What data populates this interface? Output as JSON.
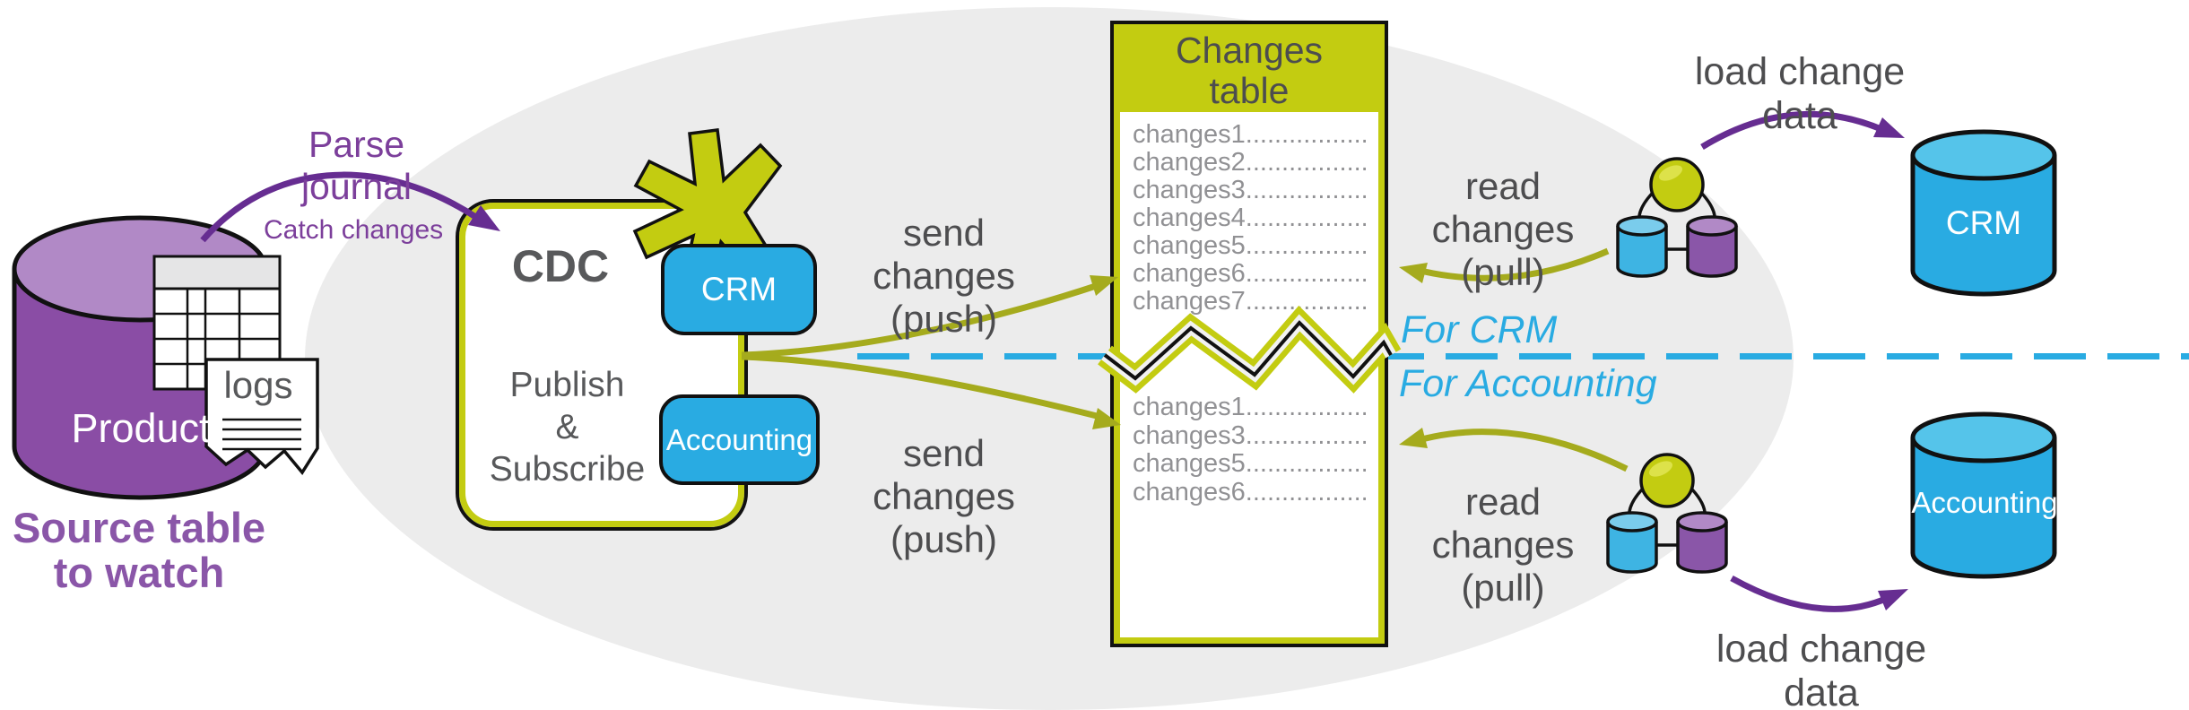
{
  "colors": {
    "olive": "#c3cc11",
    "olive_arrow": "#a5ab1d",
    "cyan": "#29abe2",
    "purple_arrow": "#662d91",
    "purple_text": "#7c3f9b",
    "gray_text": "#4d4d4f",
    "ellipse_gray": "#ececec"
  },
  "source": {
    "db_label": "Product",
    "caption_line1": "Source table",
    "caption_line2": "to watch",
    "logs_label": "logs"
  },
  "flow": {
    "parse_journal": "Parse journal",
    "catch_changes": "Catch changes"
  },
  "cdc": {
    "title": "CDC",
    "sub_line1": "Publish",
    "sub_line2": "&",
    "sub_line3": "Subscribe",
    "badge_crm": "CRM",
    "badge_accounting": "Accounting"
  },
  "send_top": {
    "line1": "send changes",
    "line2": "(push)"
  },
  "send_bottom": {
    "line1": "send changes",
    "line2": "(push)"
  },
  "changes_table": {
    "title_line1": "Changes",
    "title_line2": "table",
    "top_rows": [
      "changes1..............................",
      "changes2..............................",
      "changes3..............................",
      "changes4..............................",
      "changes5..............................",
      "changes6..............................",
      "changes7.............................."
    ],
    "bottom_rows": [
      "changes1..............................",
      "changes3..............................",
      "changes5..............................",
      "changes6.............................."
    ]
  },
  "read_top": {
    "line1": "read changes",
    "line2": "(pull)"
  },
  "read_bottom": {
    "line1": "read changes",
    "line2": "(pull)"
  },
  "lanes": {
    "for_crm": "For CRM",
    "for_accounting": "For Accounting"
  },
  "targets": {
    "crm_db": "CRM",
    "accounting_db": "Accounting",
    "load_top": "load change data",
    "load_bottom": "load change data"
  }
}
